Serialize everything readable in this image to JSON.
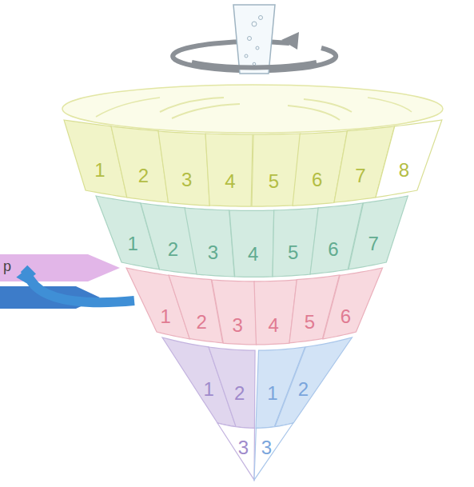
{
  "diagram": {
    "nodes": [
      {
        "text": [
          "1"
        ]
      },
      {
        "text": [
          "2"
        ]
      },
      {
        "text": [
          "3"
        ]
      },
      {
        "text": [
          "4"
        ]
      },
      {
        "text": [
          "5"
        ]
      },
      {
        "text": [
          "6"
        ]
      },
      {
        "text": [
          "7"
        ]
      },
      {
        "text": [
          "8"
        ]
      },
      {
        "text": [
          "1"
        ]
      },
      {
        "text": [
          "2"
        ]
      },
      {
        "text": [
          "3"
        ]
      },
      {
        "text": [
          "4"
        ]
      },
      {
        "text": [
          "5"
        ]
      },
      {
        "text": [
          "6"
        ]
      },
      {
        "text": [
          "7"
        ]
      },
      {
        "text": [
          "1"
        ]
      },
      {
        "text": [
          "2"
        ]
      },
      {
        "text": [
          "3"
        ]
      },
      {
        "text": [
          "4"
        ]
      },
      {
        "text": [
          "5"
        ]
      },
      {
        "text": [
          "6"
        ]
      },
      {
        "text": [
          "1"
        ]
      },
      {
        "text": [
          "2"
        ]
      },
      {
        "text": [
          "3"
        ]
      },
      {
        "text": [
          "1"
        ]
      },
      {
        "text": [
          "2"
        ]
      },
      {
        "text": [
          "3"
        ]
      }
    ],
    "labels": [
      "p"
    ]
  }
}
